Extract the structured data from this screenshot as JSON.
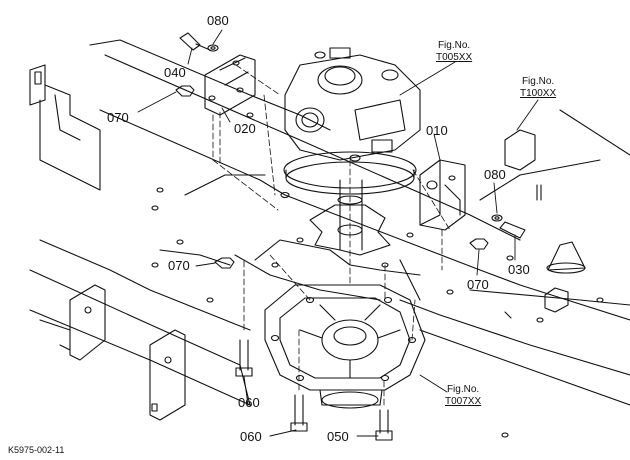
{
  "drawing_code": "K5975-002-11",
  "part_labels": [
    "080",
    "040",
    "070",
    "020",
    "010",
    "080",
    "070",
    "030",
    "070",
    "060",
    "060",
    "050"
  ],
  "fig_refs": [
    {
      "title": "Fig.No.",
      "number": "T005XX"
    },
    {
      "title": "Fig.No.",
      "number": "T100XX"
    },
    {
      "title": "Fig.No.",
      "number": "T007XX"
    }
  ]
}
